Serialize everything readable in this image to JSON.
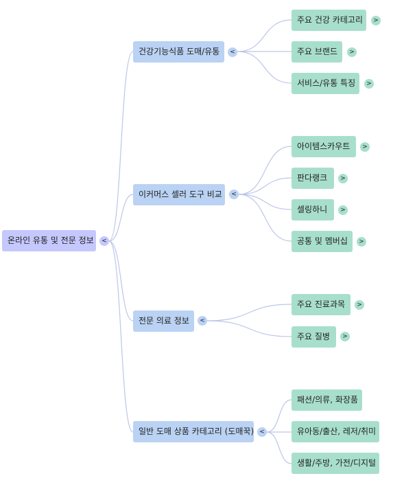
{
  "icons": {
    "collapse": "<",
    "expand": ">"
  },
  "root": {
    "label": "온라인 유통 및 전문 정보"
  },
  "branches": [
    {
      "label": "건강기능식품 도매/유통",
      "children": [
        "주요 건강 카테고리",
        "주요 브랜드",
        "서비스/유통 특징"
      ]
    },
    {
      "label": "이커머스 셀러 도구 비교",
      "children": [
        "아이템스카우트",
        "판다랭크",
        "셀링하니",
        "공통 및 멤버십"
      ]
    },
    {
      "label": "전문 의료 정보",
      "children": [
        "주요 진료과목",
        "주요 질병"
      ]
    },
    {
      "label": "일반 도매 상품 카테고리 (도매꾹)",
      "children": [
        "패션/의류, 화장품",
        "유아동/출산, 레저/취미",
        "생활/주방, 가전/디지털"
      ]
    }
  ],
  "colors": {
    "root": "#c4c8fc",
    "branch": "#bad2f3",
    "leaf": "#a8dfcc",
    "edge": "#bcc6e8"
  }
}
